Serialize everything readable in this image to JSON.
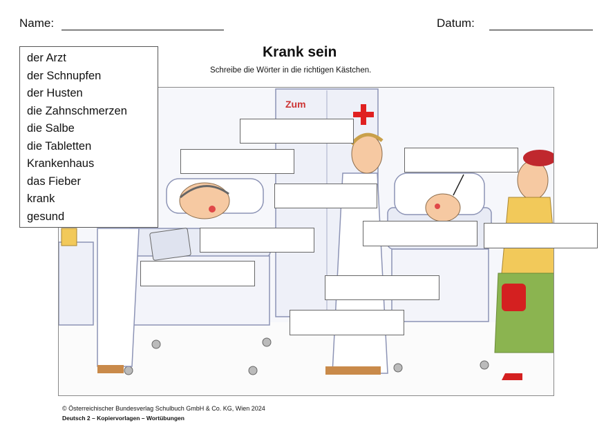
{
  "header": {
    "name_label": "Name:",
    "date_label": "Datum:"
  },
  "title": "Krank sein",
  "instruction": "Schreibe die Wörter in die richtigen Kästchen.",
  "word_bank": [
    "der Arzt",
    "der Schnupfen",
    "der Husten",
    "die Zahnschmerzen",
    "die Salbe",
    "die Tabletten",
    "Krankenhaus",
    "das Fieber",
    "krank",
    "gesund"
  ],
  "scene_sign": "Zum",
  "footer": {
    "copyright": "© Österreichischer Bundesverlag Schulbuch GmbH & Co. KG, Wien 2024",
    "series": "Deutsch 2 – Kopiervorlagen – Wortübungen"
  },
  "colors": {
    "cross": "#e02020",
    "scarf_red": "#c0282e",
    "skirt_green": "#8bb450",
    "coat_yellow": "#f2c95a"
  }
}
